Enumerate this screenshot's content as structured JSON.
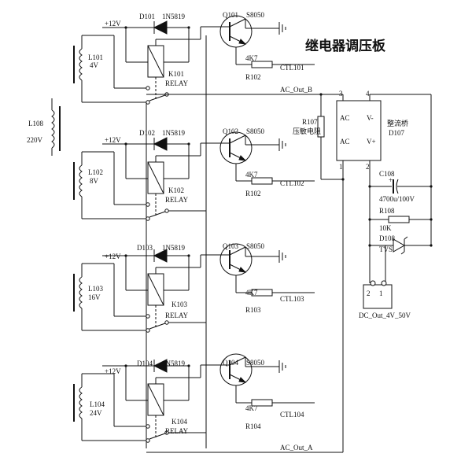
{
  "title": "继电器调压板",
  "rail_label": "+12V",
  "diode_part": "1N5819",
  "transistor_part": "S8050",
  "relay_type": "RELAY",
  "base_resistor_value": "4K7",
  "channels": [
    {
      "transformer": "L101",
      "voltage": "4V",
      "diode": "D101",
      "transistor": "Q101",
      "relay": "K101",
      "resistor": "R102",
      "ctl": "CTL101"
    },
    {
      "transformer": "L102",
      "voltage": "8V",
      "diode": "D102",
      "transistor": "Q102",
      "relay": "K102",
      "resistor": "R102",
      "ctl": "CTL102"
    },
    {
      "transformer": "L103",
      "voltage": "16V",
      "diode": "D103",
      "transistor": "Q103",
      "relay": "K103",
      "resistor": "R103",
      "ctl": "CTL103"
    },
    {
      "transformer": "L104",
      "voltage": "24V",
      "diode": "D104",
      "transistor": "Q104",
      "relay": "K104",
      "resistor": "R104",
      "ctl": "CTL104"
    }
  ],
  "primary": {
    "name": "L108",
    "voltage": "220V"
  },
  "ac_out_b": "AC_Out_B",
  "ac_out_a": "AC_Out_A",
  "varistor": {
    "name": "R107",
    "desc": "压敏电阻"
  },
  "bridge": {
    "name": "整流桥",
    "ref": "D107",
    "pin_ac1": "AC",
    "pin_ac2": "AC",
    "pin_neg": "V-",
    "pin_pos": "V+",
    "n1": "1",
    "n2": "2",
    "n3": "3",
    "n4": "4"
  },
  "cap": {
    "name": "C108",
    "value": "4700u/100V",
    "polarity": "+"
  },
  "bleed": {
    "name": "R108",
    "value": "10K"
  },
  "tvs": {
    "name": "D108",
    "type": "TVS"
  },
  "connector": {
    "name": "DC_Out_4V_50V",
    "pin1": "1",
    "pin2": "2"
  }
}
